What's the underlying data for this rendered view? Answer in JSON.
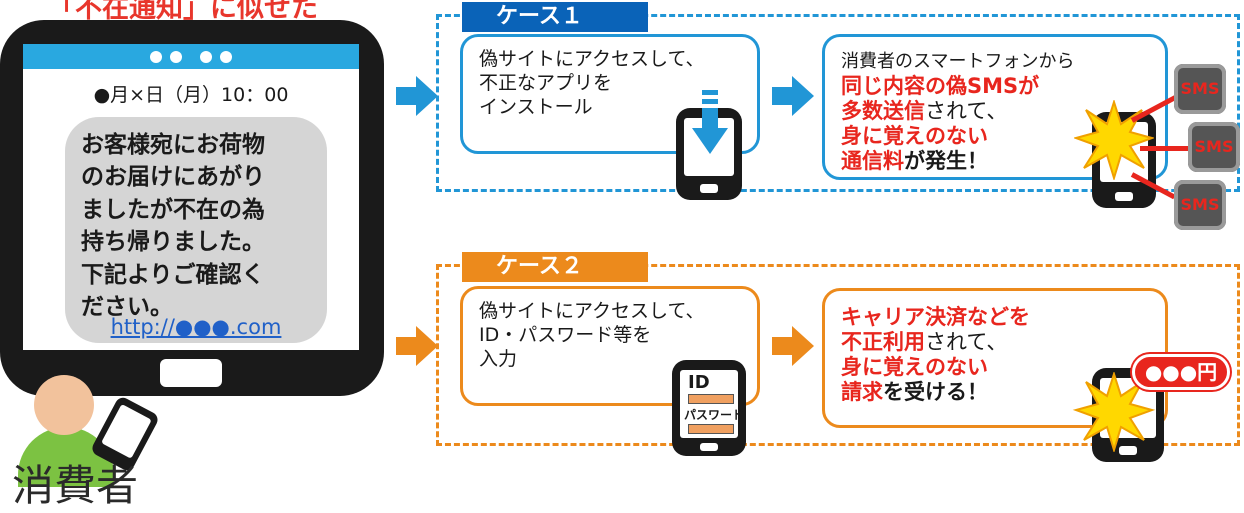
{
  "heading": {
    "fragment": "「不在通知」に似せた"
  },
  "phone": {
    "datetime": "●月×日（月）10：00",
    "message_lines": [
      "お客様宛にお荷物",
      "のお届けにあがり",
      "ましたが不在の為",
      "持ち帰りました。",
      "下記よりご確認く",
      "ださい。"
    ],
    "link": "http://●●●.com"
  },
  "consumer": {
    "label": "消費者"
  },
  "colors": {
    "case1": "#2196d6",
    "case1_tab": "#0a63b8",
    "case2": "#ec8a1c",
    "emphasis": "#e8261e"
  },
  "case1": {
    "tab": "ケース１",
    "step1_lines": [
      "偽サイトにアクセスして、",
      "不正なアプリを",
      "インストール"
    ],
    "step2": {
      "line1": "消費者のスマートフォンから",
      "line2": "同じ内容の偽SMSが",
      "line3_red": "多数送信",
      "line3_rest": "されて、",
      "line4": "身に覚えのない",
      "line5_red": "通信料",
      "line5_rest": "が発生！"
    },
    "sms_icon_label": "SMS"
  },
  "case2": {
    "tab": "ケース２",
    "step1_lines": [
      "偽サイトにアクセスして、",
      "ID・パスワード等を",
      "入力"
    ],
    "id_label": "ID",
    "password_label": "パスワード",
    "step2": {
      "line1": "キャリア決済などを",
      "line2_red": "不正利用",
      "line2_rest": "されて、",
      "line3": "身に覚えのない",
      "line4_red": "請求",
      "line4_rest": "を受ける！"
    },
    "charge_badge": "●●●円"
  }
}
